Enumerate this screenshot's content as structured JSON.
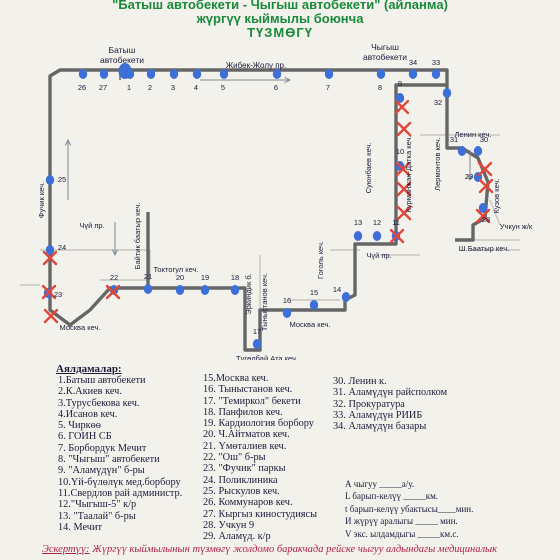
{
  "title": {
    "line1": "\"Батыш автобекети  -  Чыгыш автобекети\" (айланма)",
    "line2": "жүргүү кыймылы боюнча",
    "line3": "ТҮЗМӨГҮ"
  },
  "map": {
    "terminal_west": [
      "Батыш",
      "автобекети"
    ],
    "terminal_east": [
      "Чыгыш",
      "автобекети"
    ],
    "streets": [
      {
        "id": "zhibek",
        "text": "Жибек-Жолу пр."
      },
      {
        "id": "fuchik",
        "text": "Фучик кеч."
      },
      {
        "id": "chuy_w",
        "text": "Чүй пр."
      },
      {
        "id": "baitik",
        "text": "Байтик баатыр кеч."
      },
      {
        "id": "toktogul",
        "text": "Токтогул кеч."
      },
      {
        "id": "moskva_w",
        "text": "Москва кеч."
      },
      {
        "id": "erkindik",
        "text": "Эркиндик б."
      },
      {
        "id": "tynystanov",
        "text": "Тыныстанов кеч."
      },
      {
        "id": "tugolbay",
        "text": "Түгөлбай Ата кеч."
      },
      {
        "id": "moskva_e",
        "text": "Москва кеч."
      },
      {
        "id": "gogol",
        "text": "Гоголь кеч."
      },
      {
        "id": "chuy_e",
        "text": "Чүй пр."
      },
      {
        "id": "suyunbaev",
        "text": "Суюнбаев кеч."
      },
      {
        "id": "kurmanjan",
        "text": "Курманжан-Датка кеч."
      },
      {
        "id": "lermontov",
        "text": "Лермонтов кеч."
      },
      {
        "id": "lenin",
        "text": "Ленин кеч."
      },
      {
        "id": "kuzov",
        "text": "Кузов кеч."
      },
      {
        "id": "uchkun",
        "text": "Учкун ж/к"
      },
      {
        "id": "shbaatyr",
        "text": "Ш.Баатыр кеч."
      }
    ],
    "stops": [
      "26",
      "27",
      "1",
      "2",
      "3",
      "4",
      "5",
      "6",
      "7",
      "8",
      "34",
      "33",
      "9",
      "32",
      "10",
      "31",
      "30",
      "29",
      "28",
      "11",
      "12",
      "13",
      "14",
      "15",
      "16",
      "17",
      "18",
      "19",
      "20",
      "21",
      "22",
      "23",
      "24",
      "25"
    ],
    "removed_stops_count": 13
  },
  "legend": {
    "heading": "Аялдамалар:",
    "col1": [
      "1.Батыш автобекети",
      "2.К.Акиев кеч.",
      "3.Турусбекова кеч.",
      "4.Исанов кеч.",
      "5. Чиркөө",
      "6. ГОИН СБ",
      "7. Борбордук Мечит",
      "8. \"Чыгыш\" автобекети",
      "9. \"Аламүдүн\" б-ры",
      "10.Үй-бүлөлүк мед.борбору",
      "11.Свердлов рай администр.",
      "12.\"Чыгыш-5\" к/р",
      "13. \"Таалай\" б-ры",
      "14. Мечит"
    ],
    "col2": [
      "15.Москва кеч.",
      "16. Тыныстанов кеч.",
      "17. \"Темиркол\" бекети",
      "18.  Панфилов кеч.",
      "19. Кардиология борбору",
      "20. Ч.Айтматов кеч.",
      "21. Үмөталиев кеч.",
      "22. \"Ош\" б-ры",
      "23. \"Фучик\" паркы",
      "24. Поликлиника",
      "25. Рыскулов кеч.",
      "26. Коммунаров кеч.",
      "27. Кыргыз киностудиясы",
      "28. Учкун 9",
      "29. Аламүд. к/р"
    ],
    "col3": [
      "30. Ленин к.",
      "31. Аламүдүн райсполком",
      "32. Прокуратура",
      "33. Аламүдүн РИИБ",
      "34. Аламүдүн базары"
    ]
  },
  "stats": [
    "А чыгуу _____а/у.",
    "L барып-келүү _____км.",
    "t барып-келүү убактысы____мин.",
    "И жүрүү аралыгы _____ мин.",
    "V экс. ылдамдыгы _____км.с."
  ],
  "note": {
    "label": "Эскертүү:",
    "text": " Жүргүү кыймылынын түзмөгү жолдомо баракчада рейске чыгуу алдындагы медициналык"
  },
  "colors": {
    "route": "#666666",
    "stop": "#3d6fd8",
    "removed": "#e0463a",
    "title": "#1a8a3a",
    "text": "#1c1c3a",
    "note": "#b02040"
  }
}
